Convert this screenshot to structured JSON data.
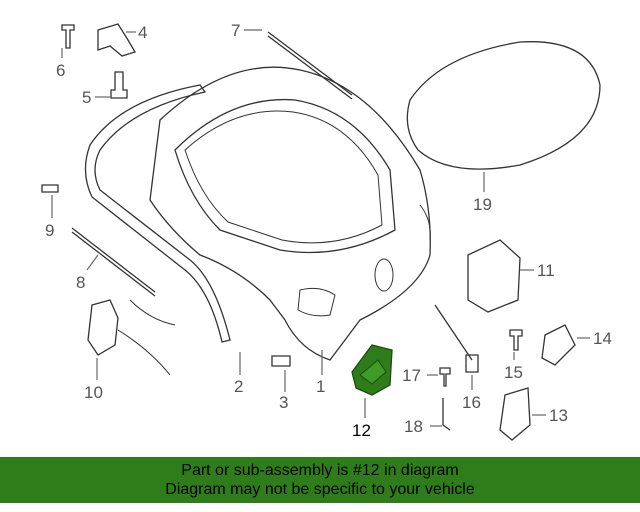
{
  "diagram": {
    "highlight_color": "#2e7d1a",
    "callouts": [
      "1",
      "2",
      "3",
      "4",
      "5",
      "6",
      "7",
      "8",
      "9",
      "10",
      "11",
      "12",
      "13",
      "14",
      "15",
      "16",
      "17",
      "18",
      "19"
    ]
  },
  "banner": {
    "line1": "Part or sub-assembly is #12 in diagram",
    "line2": "Diagram may not be specific to your vehicle"
  }
}
